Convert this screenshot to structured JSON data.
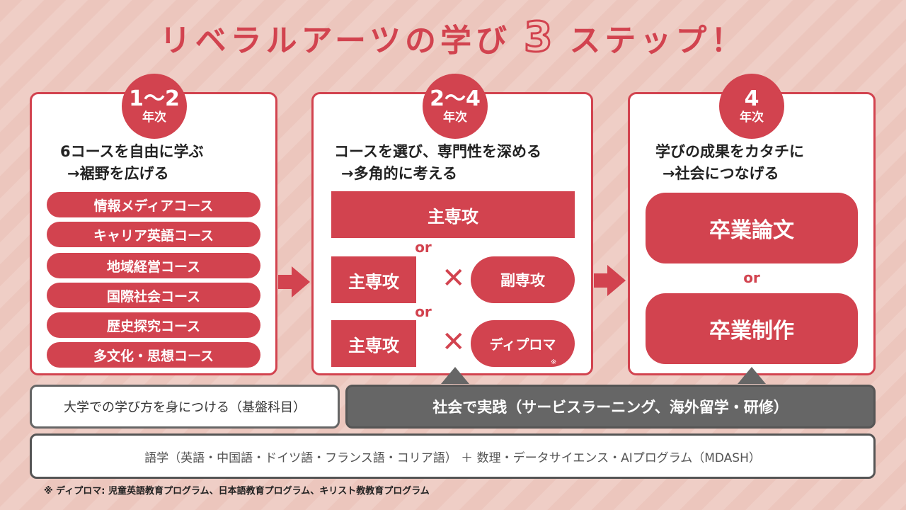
{
  "title": {
    "pre": "リベラルアーツの学び",
    "num": "3",
    "post": "ステップ！"
  },
  "step1": {
    "years": "1〜2",
    "unit": "年次",
    "line1": "6コースを自由に学ぶ",
    "line2": "→裾野を広げる",
    "courses": [
      "情報メディアコース",
      "キャリア英語コース",
      "地域経営コース",
      "国際社会コース",
      "歴史探究コース",
      "多文化・思想コース"
    ]
  },
  "step2": {
    "years": "2〜4",
    "unit": "年次",
    "line1": "コースを選び、専門性を深める",
    "line2": "→多角的に考える",
    "major": "主専攻",
    "or": "or",
    "times": "✕",
    "minor": "副専攻",
    "diploma": "ディプロマ",
    "note_mark": "※"
  },
  "step3": {
    "years": "4",
    "unit": "年次",
    "line1": "学びの成果をカタチに",
    "line2": "→社会につなげる",
    "thesis": "卒業論文",
    "or": "or",
    "work": "卒業制作"
  },
  "bottom": {
    "foundation": "大学での学び方を身につける（基盤科目）",
    "practice": "社会で実践（サービスラーニング、海外留学・研修）",
    "languages": "語学（英語・中国語・ドイツ語・フランス語・コリア語） ＋ 数理・データサイエンス・AIプログラム（MDASH）",
    "footnote": "※ ディプロマ: 児童英語教育プログラム、日本語教育プログラム、キリスト教教育プログラム"
  },
  "colors": {
    "accent": "#d2434f",
    "gray": "#666666"
  }
}
